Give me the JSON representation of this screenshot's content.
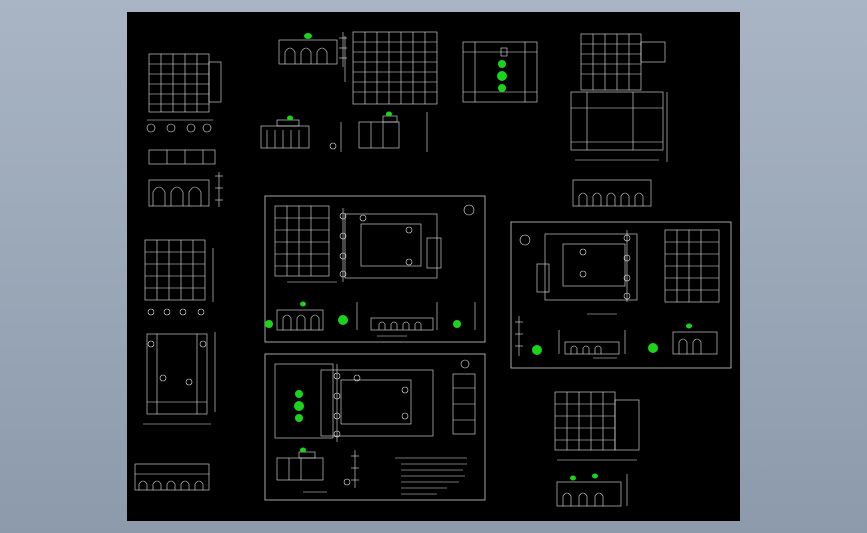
{
  "drawing": {
    "background": "#000000",
    "line_color": "#e8e8e8",
    "accent_color": "#1bd31b",
    "frame_color": "#cfcfcf"
  },
  "panels": [
    {
      "id": "panel-top-left-plan",
      "kind": "plan"
    },
    {
      "id": "panel-top-elevation-small",
      "kind": "elevation"
    },
    {
      "id": "panel-top-mid-plan",
      "kind": "plan"
    },
    {
      "id": "panel-top-right-plan",
      "kind": "plan"
    },
    {
      "id": "panel-center-sheet-1",
      "kind": "sheet"
    },
    {
      "id": "panel-right-sheet-2",
      "kind": "sheet"
    },
    {
      "id": "panel-center-sheet-3",
      "kind": "sheet"
    },
    {
      "id": "panel-left-tall-plan",
      "kind": "plan"
    },
    {
      "id": "panel-bottom-right-plan",
      "kind": "plan"
    }
  ]
}
